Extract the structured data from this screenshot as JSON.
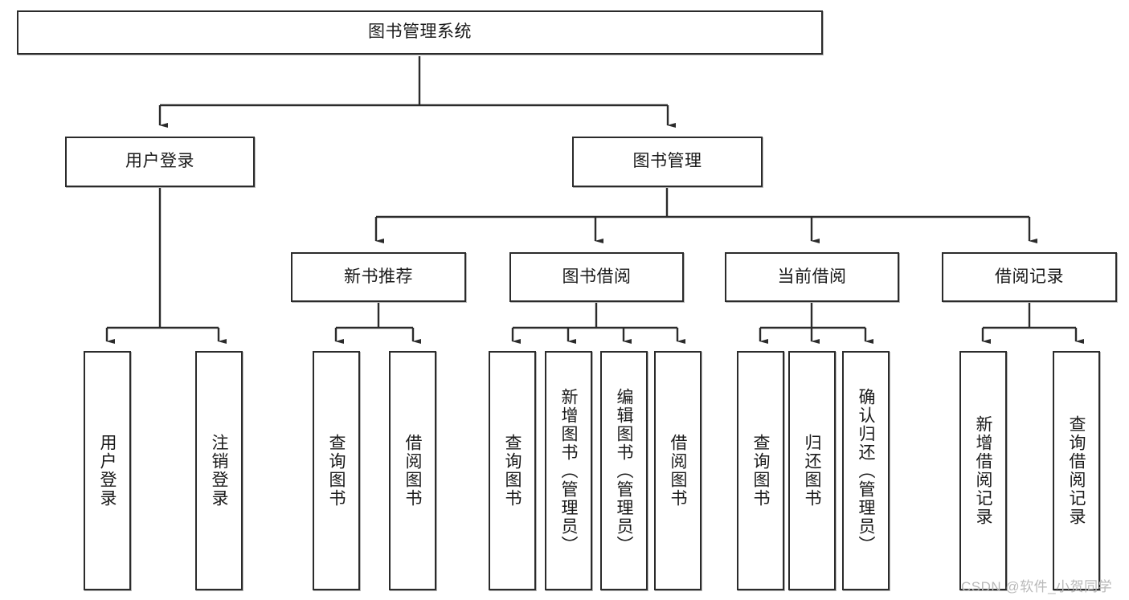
{
  "diagram": {
    "type": "tree-hierarchy",
    "title": "图书管理系统",
    "orientation": "top-down",
    "colors": {
      "stroke": "#2b2b2b",
      "fill": "#ffffff",
      "text": "#1a1a1a",
      "watermark": "#b9b9b9"
    },
    "root": {
      "label": "图书管理系统"
    },
    "level2": [
      {
        "label": "用户登录"
      },
      {
        "label": "图书管理"
      }
    ],
    "level3": [
      {
        "label": "新书推荐"
      },
      {
        "label": "图书借阅"
      },
      {
        "label": "当前借阅"
      },
      {
        "label": "借阅记录"
      }
    ],
    "leaves": {
      "user_login": [
        {
          "label": "用户登录"
        },
        {
          "label": "注销登录"
        }
      ],
      "new_book_recommend": [
        {
          "label": "查询图书"
        },
        {
          "label": "借阅图书"
        }
      ],
      "book_borrow": [
        {
          "label": "查询图书"
        },
        {
          "label": "新增图书（管理员）"
        },
        {
          "label": "编辑图书（管理员）"
        },
        {
          "label": "借阅图书"
        }
      ],
      "current_borrow": [
        {
          "label": "查询图书"
        },
        {
          "label": "归还图书"
        },
        {
          "label": "确认归还（管理员）"
        }
      ],
      "borrow_record": [
        {
          "label": "新增借阅记录"
        },
        {
          "label": "查询借阅记录"
        }
      ]
    }
  },
  "watermark": {
    "text": "CSDN @软件_小贺同学"
  }
}
